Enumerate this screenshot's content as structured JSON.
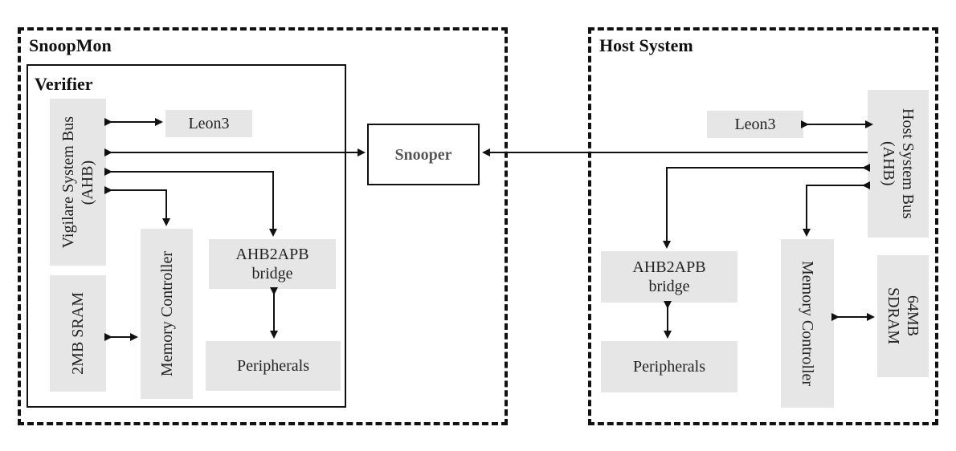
{
  "snoopmon": {
    "title": "SnoopMon"
  },
  "verifier": {
    "title": "Verifier",
    "bus": "Vigilare System Bus\n(AHB)",
    "leon3": "Leon3",
    "sram": "2MB SRAM",
    "memctrl": "Memory Controller",
    "bridge": "AHB2APB\nbridge",
    "peripherals": "Peripherals"
  },
  "snooper": {
    "label": "Snooper"
  },
  "host": {
    "title": "Host System",
    "leon3": "Leon3",
    "bus": "Host System Bus\n(AHB)",
    "bridge": "AHB2APB\nbridge",
    "peripherals": "Peripherals",
    "memctrl": "Memory Controller",
    "sdram": "64MB\nSDRAM"
  }
}
